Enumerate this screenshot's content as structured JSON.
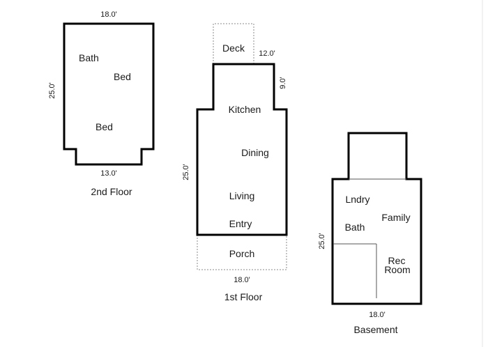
{
  "floors": {
    "second": {
      "label": "2nd Floor",
      "dims": {
        "top": "18.0'",
        "side": "25.0'",
        "bottom": "13.0'"
      },
      "rooms": [
        "Bath",
        "Bed",
        "Bed"
      ]
    },
    "first": {
      "label": "1st Floor",
      "dims": {
        "deck_width": "12.0'",
        "deck_depth": "9.0'",
        "side": "25.0'",
        "bottom": "18.0'"
      },
      "rooms": [
        "Deck",
        "Kitchen",
        "Dining",
        "Living",
        "Entry",
        "Porch"
      ]
    },
    "basement": {
      "label": "Basement",
      "dims": {
        "side": "25.0'",
        "bottom": "18.0'"
      },
      "rooms": [
        "Lndry",
        "Family",
        "Bath",
        "Rec",
        "Room"
      ]
    }
  }
}
